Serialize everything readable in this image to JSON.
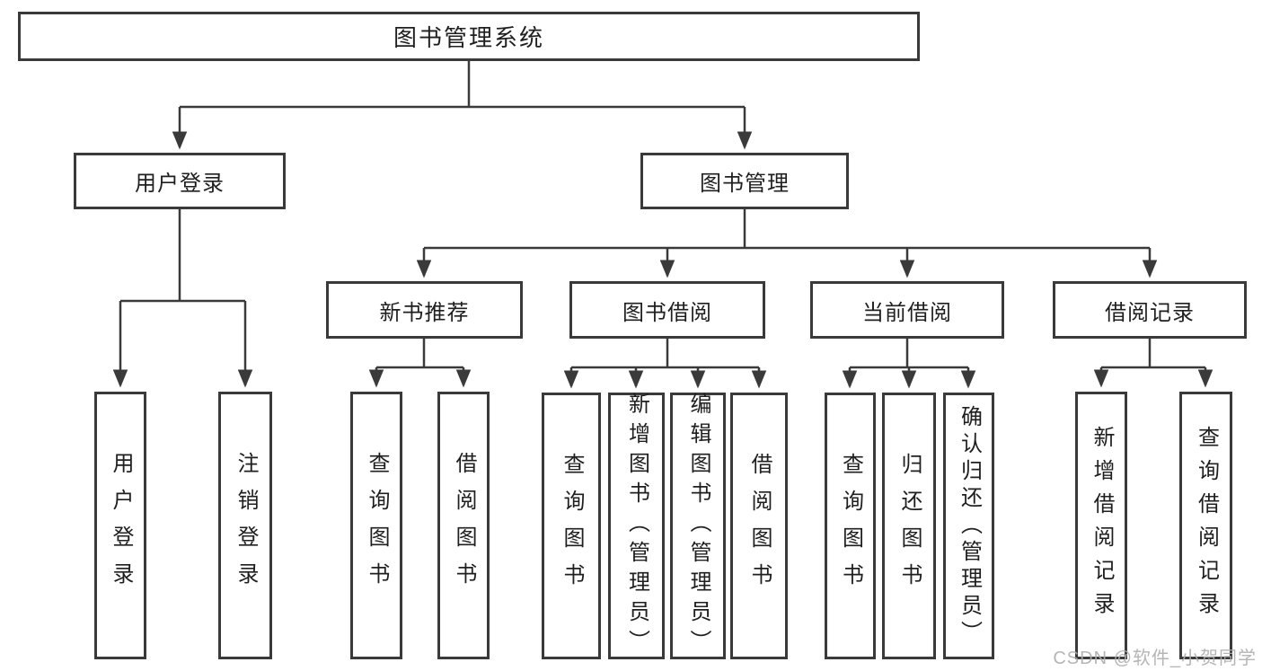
{
  "nodes": {
    "root": "图书管理系统",
    "user_login": "用户登录",
    "book_mgmt": "图书管理",
    "new_book_rec": "新书推荐",
    "book_borrow": "图书借阅",
    "current_borrow": "当前借阅",
    "borrow_records": "借阅记录",
    "login": "用户登录",
    "logout": "注销登录",
    "nbr_query": "查询图书",
    "nbr_borrow": "借阅图书",
    "bb_query": "查询图书",
    "bb_add": "新增图书（管理员）",
    "bb_edit": "编辑图书（管理员）",
    "bb_borrow": "借阅图书",
    "cb_query": "查询图书",
    "cb_return": "归还图书",
    "cb_confirm": "确认归还（管理员）",
    "br_add": "新增借阅记录",
    "br_query": "查询借阅记录"
  },
  "watermark": "CSDN @软件_小贺同学",
  "colors": {
    "line": "#3a3a3a",
    "text": "#1f1f1f",
    "watermark": "#adadad"
  }
}
